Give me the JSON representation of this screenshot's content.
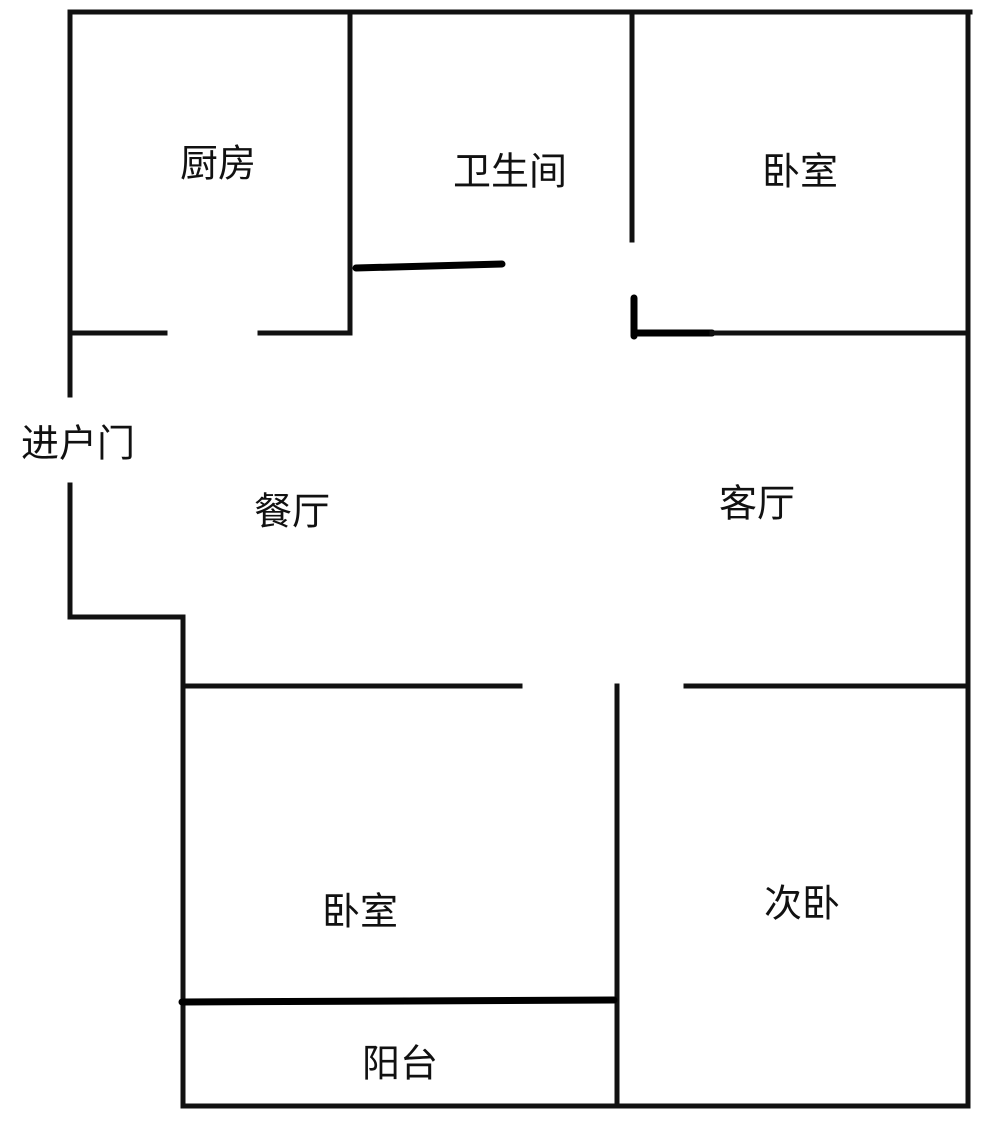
{
  "rooms": {
    "kitchen": "厨房",
    "bathroom": "卫生间",
    "bedroom_top": "卧室",
    "entrance": "进户门",
    "dining": "餐厅",
    "living": "客厅",
    "bedroom_bottom": "卧室",
    "second_bedroom": "次卧",
    "balcony": "阳台"
  }
}
